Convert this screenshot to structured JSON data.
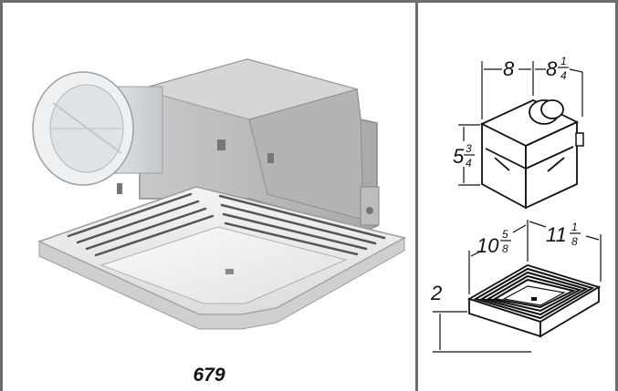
{
  "product": {
    "model": "679"
  },
  "dimensions": {
    "housing_width": {
      "whole": "8",
      "num": "",
      "den": ""
    },
    "housing_depth": {
      "whole": "8",
      "num": "1",
      "den": "4"
    },
    "housing_height": {
      "whole": "5",
      "num": "3",
      "den": "4"
    },
    "grille_width": {
      "whole": "10",
      "num": "5",
      "den": "8"
    },
    "grille_depth": {
      "whole": "11",
      "num": "1",
      "den": "8"
    },
    "grille_height": {
      "whole": "2",
      "num": "",
      "den": ""
    }
  }
}
